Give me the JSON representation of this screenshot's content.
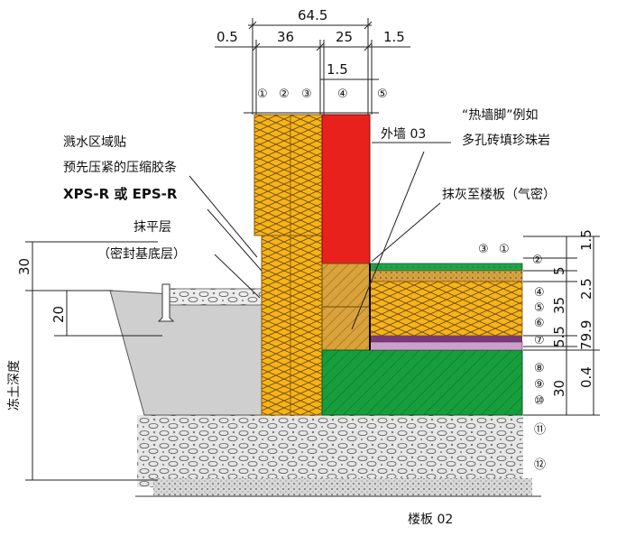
{
  "dims_top": {
    "overall": "64.5",
    "d1": "0.5",
    "d2": "36",
    "d3": "25",
    "d4": "1.5",
    "d5": "1.5"
  },
  "dims_right": {
    "r1": "1.5",
    "r2": "5",
    "r3": "2.5",
    "r4": "35",
    "r5": "5.5",
    "r6": "79.9",
    "r7": "0.4",
    "r8": "30"
  },
  "dims_left": {
    "l1": "30",
    "l2": "20",
    "frost_depth": "冻土深度"
  },
  "markers_top": [
    "①",
    "②",
    "③",
    "④",
    "⑤"
  ],
  "markers_floor": [
    "③",
    "①"
  ],
  "markers_right": [
    "②",
    "④",
    "⑤",
    "⑥",
    "⑦",
    "⑧",
    "⑨",
    "⑩",
    "⑪",
    "⑫"
  ],
  "labels": {
    "splash_line1": "溅水区域贴",
    "splash_line2": "预先压紧的压缩胶条",
    "xps": "XPS-R 或 EPS-R",
    "level_line1": "抹平层",
    "level_line2": "（密封基底层）",
    "outer_wall": "外墙 03",
    "heat_line1": "“热墙脚”例如",
    "heat_line2": "多孔砖填珍珠岩",
    "plaster": "抹灰至楼板（气密）",
    "slab": "楼板 02"
  },
  "colors": {
    "insulation": "#f7b418",
    "wall": "#e8211c",
    "green": "#179e3c",
    "concrete": "#cfcfcf",
    "brick": "#d9a23a"
  }
}
